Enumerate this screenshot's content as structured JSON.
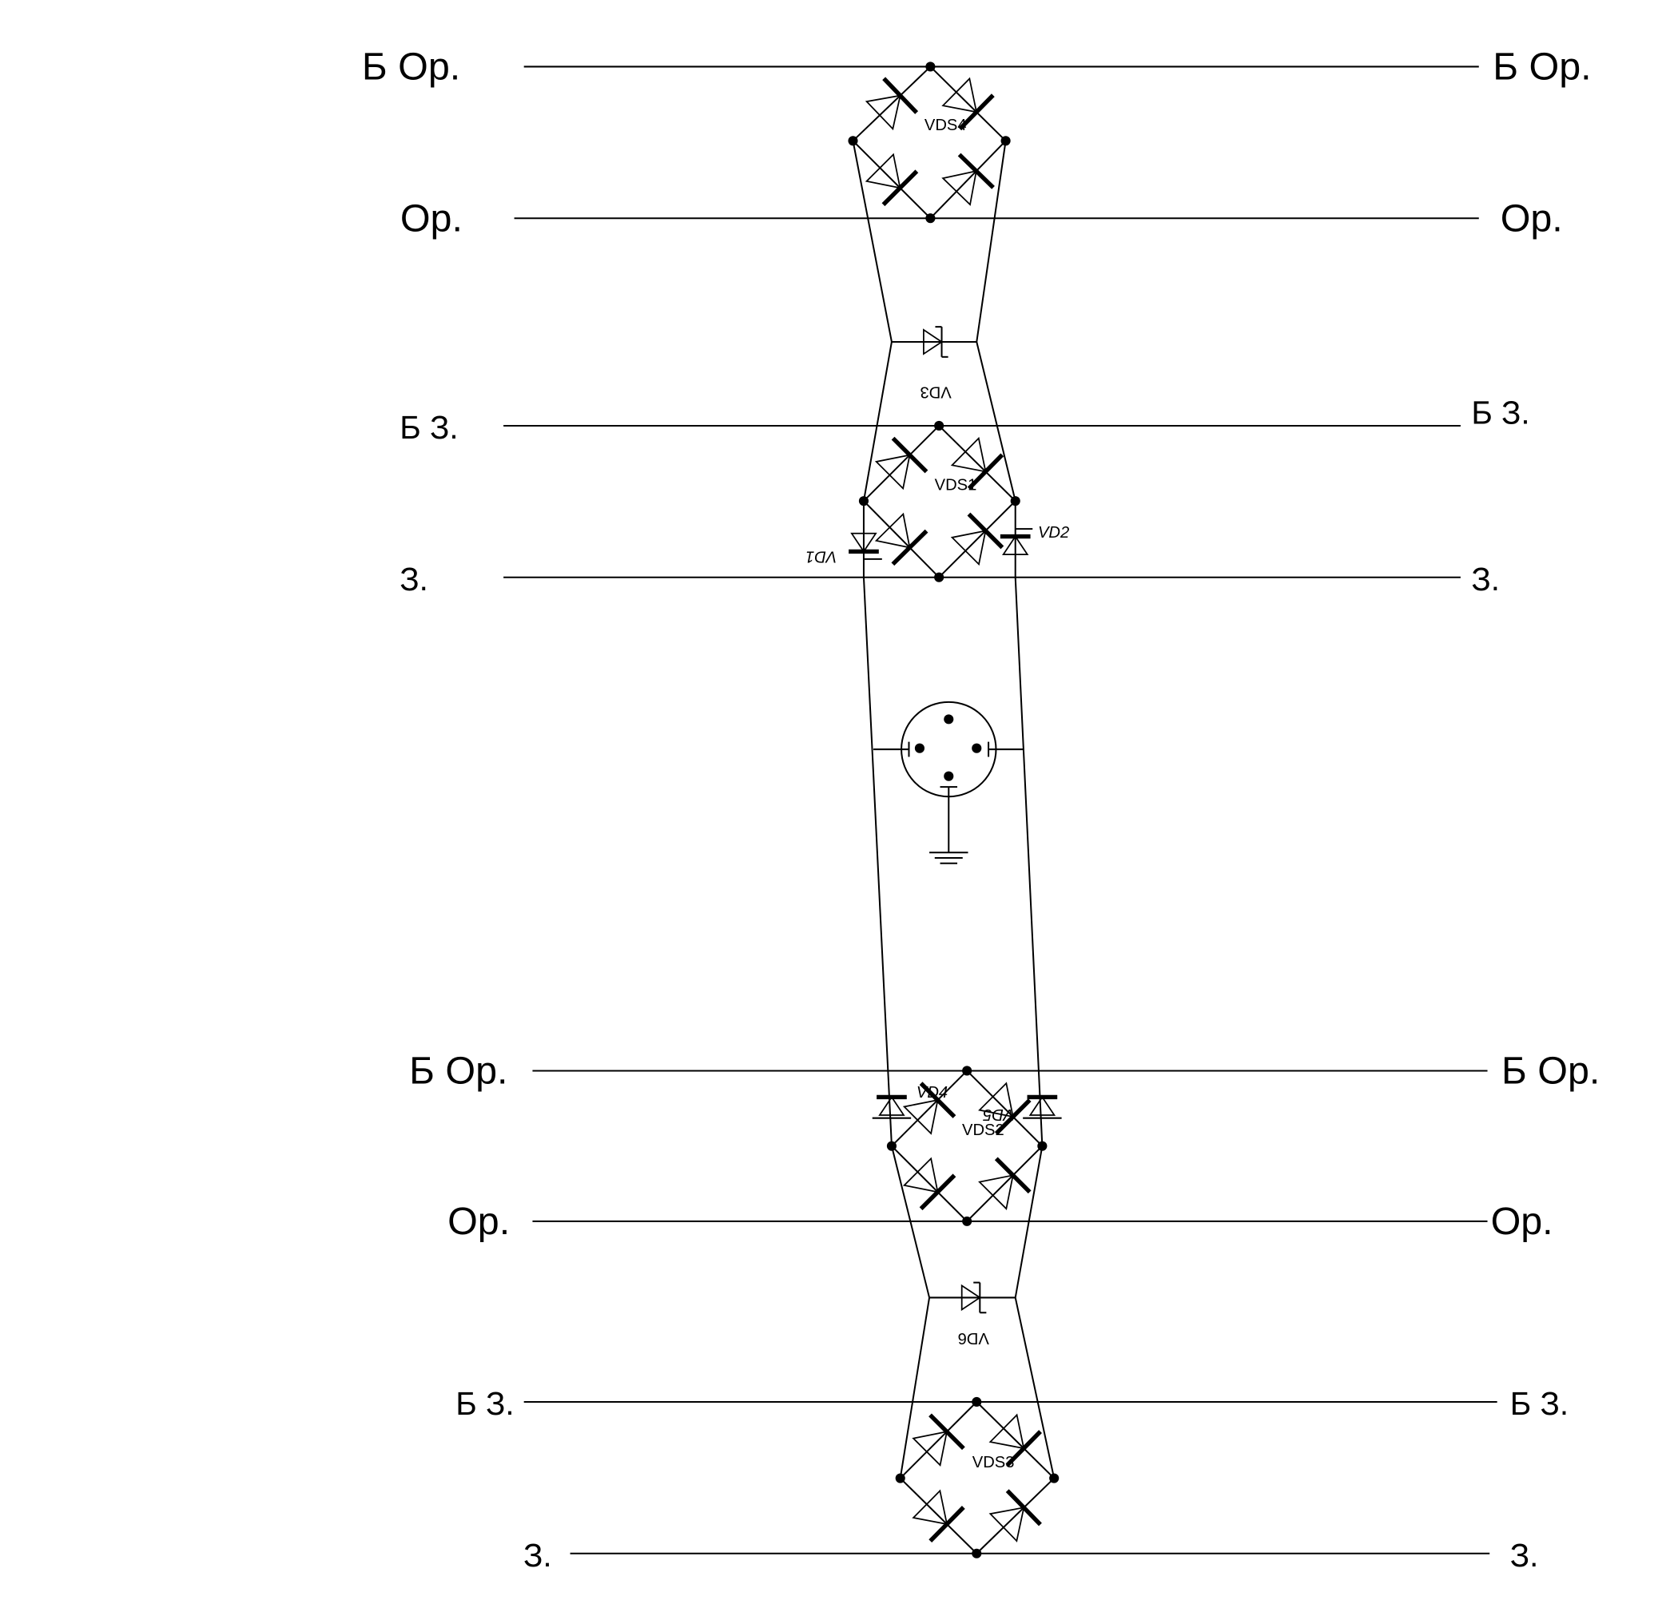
{
  "line_labels": [
    {
      "left": "Б Ор.",
      "right": "Б Ор."
    },
    {
      "left": "Ор.",
      "right": "Ор."
    },
    {
      "left": "Б З.",
      "right": "Б З."
    },
    {
      "left": "З.",
      "right": "З."
    },
    {
      "left": "Б Ор.",
      "right": "Б Ор."
    },
    {
      "left": "Ор.",
      "right": "Ор."
    },
    {
      "left": "Б З.",
      "right": "Б З."
    },
    {
      "left": "З.",
      "right": "З."
    }
  ],
  "components": {
    "VDS4": "VDS4",
    "VD3": "VD3",
    "VDS1": "VDS1",
    "VD1": "VD1",
    "VD2": "VD2",
    "VDS2": "VDS2",
    "VD4": "VD4",
    "VD5": "VD5",
    "VD6": "VD6",
    "VDS3": "VDS3"
  },
  "colors": {
    "line": "#000000",
    "background": "#ffffff"
  }
}
